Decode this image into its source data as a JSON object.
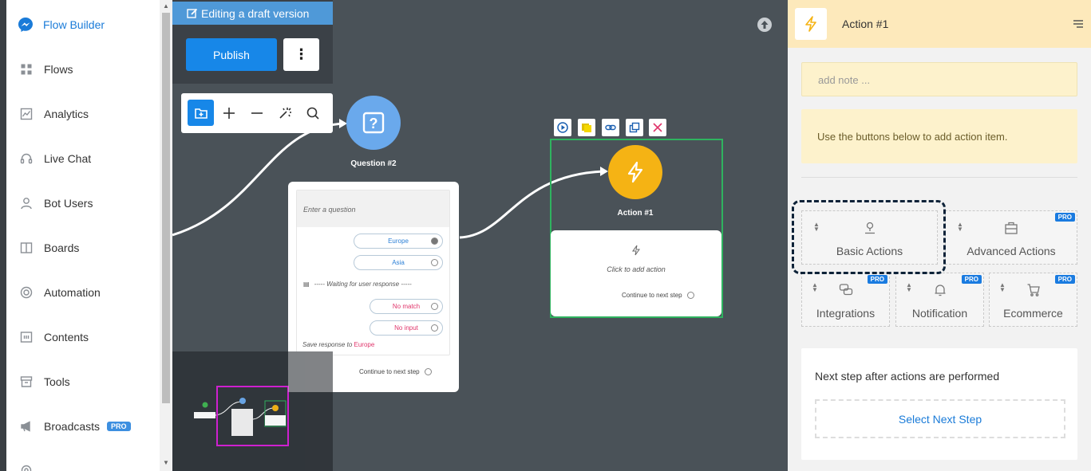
{
  "sidebar": {
    "brand": "Flow Builder",
    "items": [
      {
        "label": "Flows",
        "icon": "grid-icon"
      },
      {
        "label": "Analytics",
        "icon": "analytics-icon"
      },
      {
        "label": "Live Chat",
        "icon": "headset-icon"
      },
      {
        "label": "Bot Users",
        "icon": "user-icon"
      },
      {
        "label": "Boards",
        "icon": "board-icon"
      },
      {
        "label": "Automation",
        "icon": "lifebuoy-icon"
      },
      {
        "label": "Contents",
        "icon": "contents-icon"
      },
      {
        "label": "Tools",
        "icon": "archive-icon"
      },
      {
        "label": "Broadcasts",
        "icon": "megaphone-icon",
        "badge": "PRO"
      }
    ]
  },
  "canvas": {
    "draft_label": "Editing a draft version",
    "publish_label": "Publish",
    "more_label": "⋮",
    "question_node": {
      "title": "Question #2",
      "placeholder": "Enter a question",
      "options": [
        "Europe",
        "Asia"
      ],
      "waiting": "----- Waiting for user response -----",
      "fallbacks": [
        "No match",
        "No input"
      ],
      "save_prefix": "Save response to",
      "save_var": "Europe",
      "continue": "Continue to next step"
    },
    "action_node": {
      "title": "Action #1",
      "click_text": "Click to add action",
      "continue": "Continue to next step"
    }
  },
  "panel": {
    "title": "Action #1",
    "note_placeholder": "add note ...",
    "hint": "Use the buttons below to add action item.",
    "actions": [
      {
        "label": "Basic Actions",
        "pro": ""
      },
      {
        "label": "Advanced Actions",
        "pro": "PRO"
      },
      {
        "label": "Integrations",
        "pro": "PRO"
      },
      {
        "label": "Notification",
        "pro": "PRO"
      },
      {
        "label": "Ecommerce",
        "pro": "PRO"
      }
    ],
    "next_label": "Next step after actions are performed",
    "next_button": "Select Next Step"
  },
  "colors": {
    "accent": "#1787e8",
    "question_node": "#6aa9ec",
    "action_node": "#f5b314",
    "selected_frame": "#2fb35f",
    "panel_header": "#fde9bb"
  }
}
